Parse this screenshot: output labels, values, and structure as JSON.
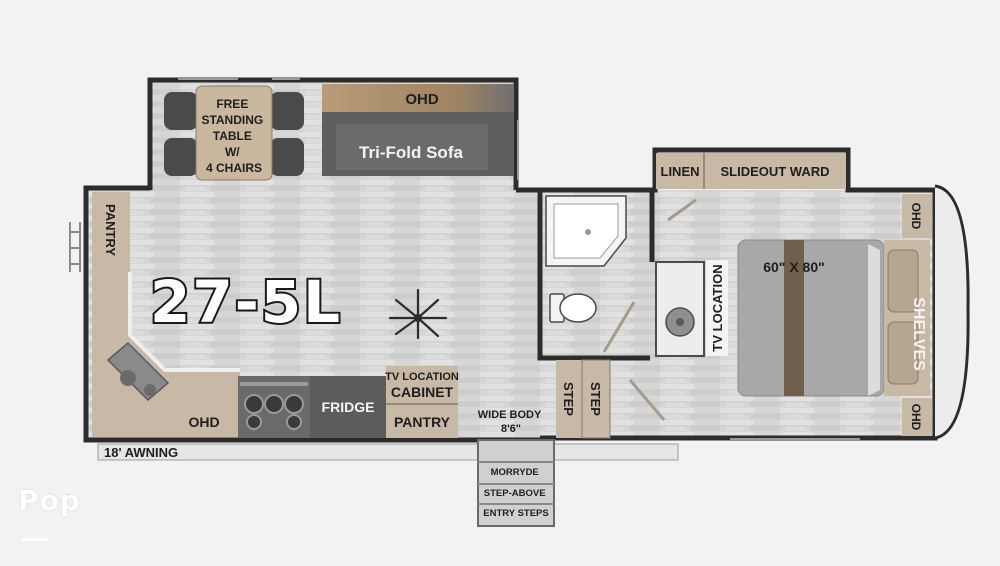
{
  "model": "27-5L",
  "rooms": {
    "dining_table": [
      "FREE",
      "STANDING",
      "TABLE",
      "W/",
      "4 CHAIRS"
    ],
    "ohd_top": "OHD",
    "sofa": "Tri-Fold Sofa",
    "pantry_left": "PANTRY",
    "linen": "LINEN",
    "slideout_ward": "SLIDEOUT WARD",
    "bed": "60\" X 80\"",
    "shelves": "SHELVES",
    "ohd_bed_top": "OHD",
    "ohd_bed_bottom": "OHD",
    "tv_location_bath": "TV LOCATION",
    "tv_location_cabinet": "TV LOCATION",
    "cabinet": "CABINET",
    "pantry_kitchen": "PANTRY",
    "fridge": "FRIDGE",
    "ohd_kitchen": "OHD",
    "step_left": "STEP",
    "step_right": "STEP",
    "wide_body": [
      "WIDE BODY",
      "8'6\""
    ],
    "awning": "18' AWNING",
    "entry_steps": [
      "MORRYDE",
      "STEP-ABOVE",
      "ENTRY STEPS"
    ]
  },
  "watermark": "Pop",
  "colors": {
    "wall": "#2c2c2c",
    "floor": "#d9d9d9",
    "counter": "#c7b9a5",
    "cushion": "#5d5d5d",
    "accent": "#b8936b"
  }
}
